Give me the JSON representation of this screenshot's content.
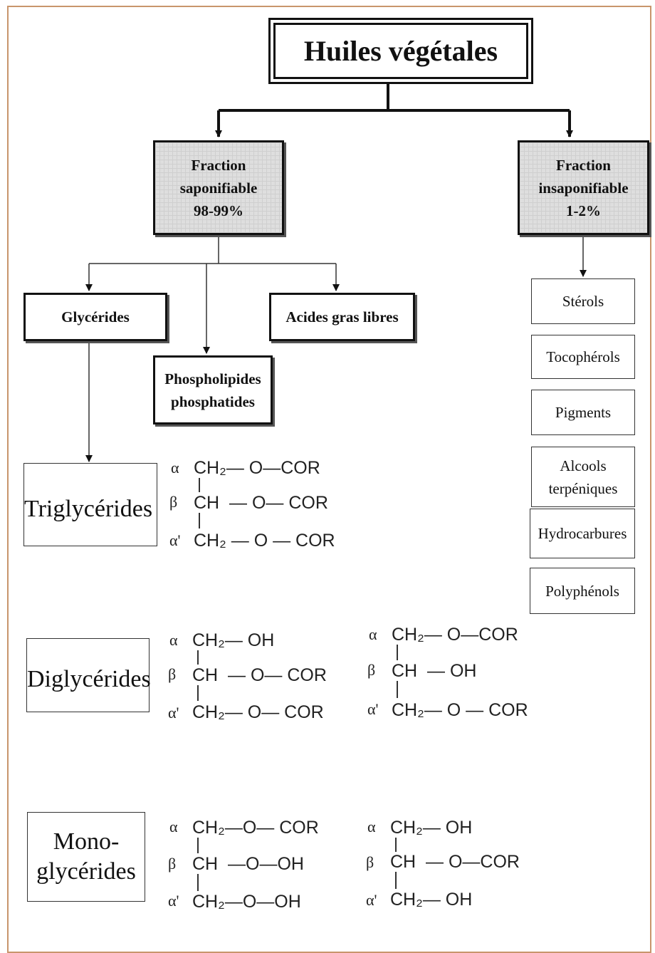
{
  "title": "Huiles végétales",
  "fraction_saponifiable": {
    "line1": "Fraction",
    "line2": "saponifiable",
    "line3": "98-99%"
  },
  "fraction_insaponifiable": {
    "line1": "Fraction",
    "line2": "insaponifiable",
    "line3": "1-2%"
  },
  "glycerides": "Glycérides",
  "acides_gras": "Acides gras libres",
  "phospholipides": {
    "line1": "Phospholipides",
    "line2": "phosphatides"
  },
  "insaponifiable_items": {
    "sterols": "Stérols",
    "tocopherols": "Tocophérols",
    "pigments": "Pigments",
    "alcools_line1": "Alcools",
    "alcools_line2": "terpéniques",
    "hydrocarbures": "Hydrocarbures",
    "polyphenols": "Polyphénols"
  },
  "triglycerides": "Triglycérides",
  "diglycerides": "Diglycérides",
  "monoglycerides": {
    "line1": "Mono-",
    "line2": "glycérides"
  },
  "greek": {
    "alpha": "α",
    "beta": "β",
    "alpha_prime": "α'"
  },
  "formulas": {
    "tri": {
      "r1": "CH₂— O—COR",
      "r2": "CH  — O— COR",
      "r3": "CH₂ — O — COR"
    },
    "di_a": {
      "r1": "CH₂— OH",
      "r2": "CH  — O— COR",
      "r3": "CH₂— O— COR"
    },
    "di_b": {
      "r1": "CH₂— O—COR",
      "r2": "CH  — OH",
      "r3": "CH₂— O — COR"
    },
    "mono_a": {
      "r1": "CH₂—O— COR",
      "r2": "CH  —O—OH",
      "r3": "CH₂—O—OH"
    },
    "mono_b": {
      "r1": "CH₂— OH",
      "r2": "CH  — O—COR",
      "r3": "CH₂— OH"
    }
  }
}
